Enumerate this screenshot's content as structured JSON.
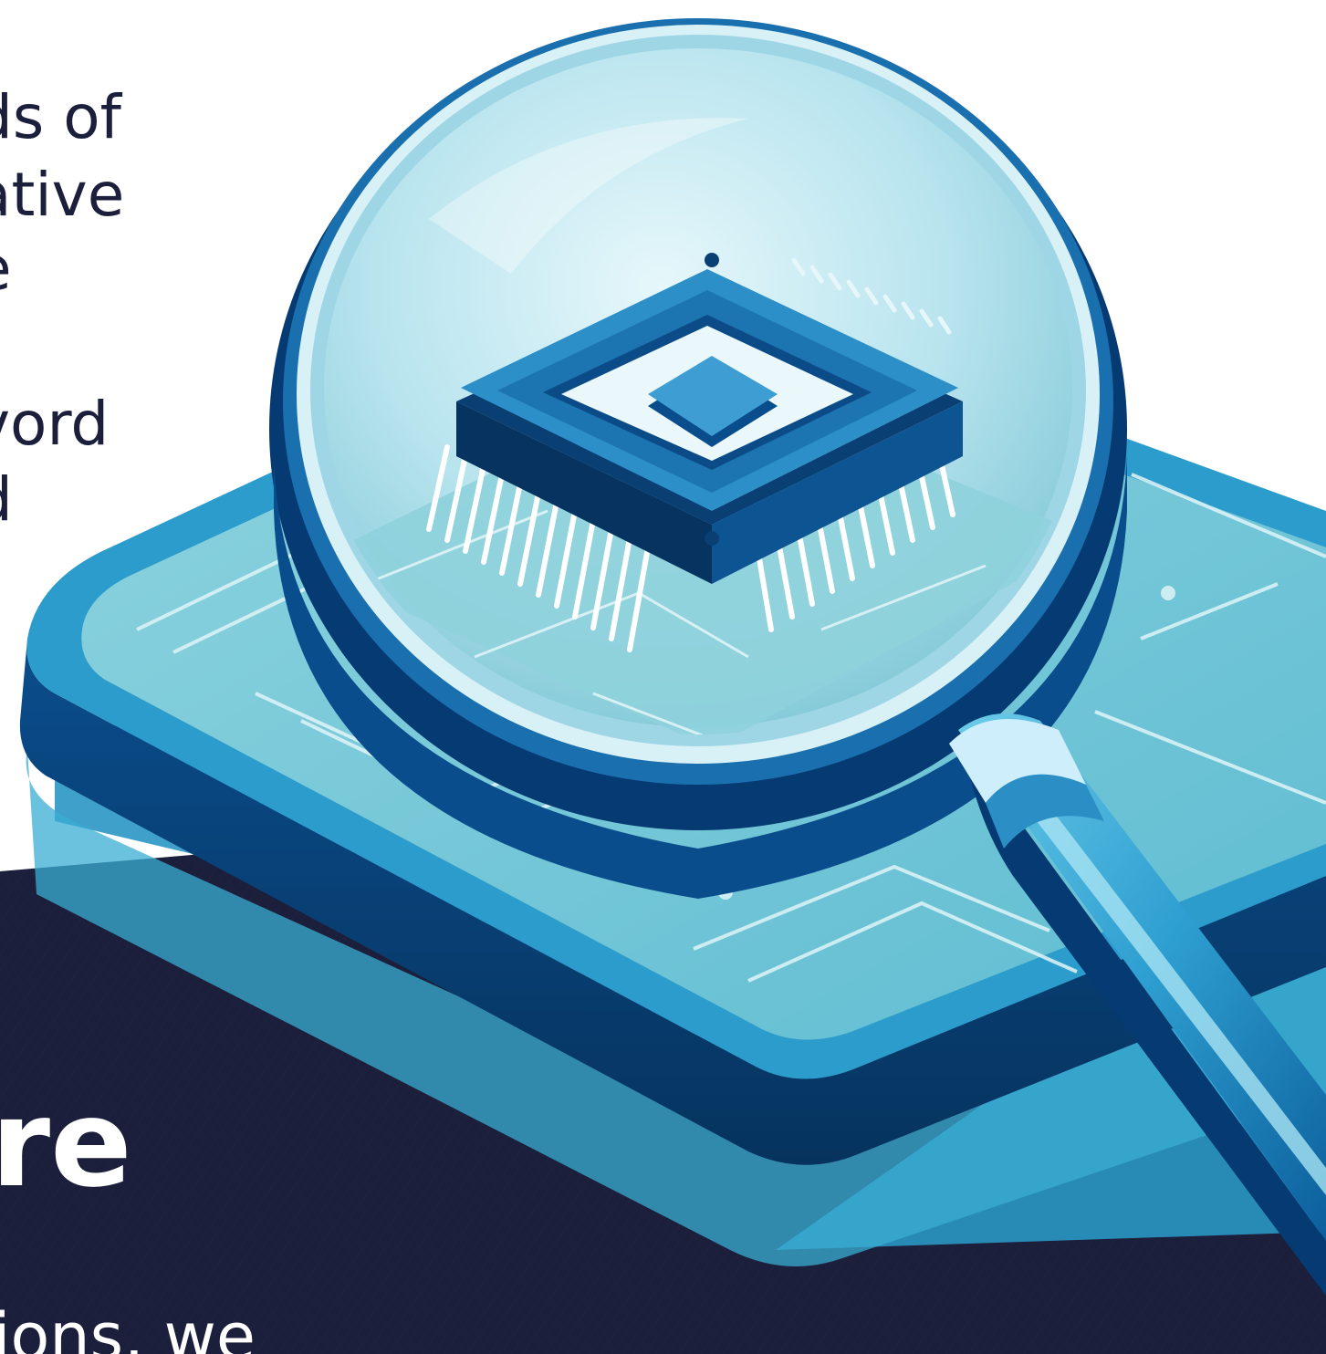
{
  "text_lines": {
    "line1": "ds of",
    "line2": "ative",
    "line3": "e",
    "line4": "vord",
    "line5": "d"
  },
  "heading_fragment": "re",
  "bottom_fragment": "ions, we",
  "colors": {
    "dark_band": "#1b1f3b",
    "text_dark": "#1b1f3b",
    "light_blue": "#4fb7dc",
    "deep_blue": "#063a72",
    "teal": "#7bc8d0"
  },
  "illustration": {
    "subject": "magnifying-glass-over-microchip"
  }
}
